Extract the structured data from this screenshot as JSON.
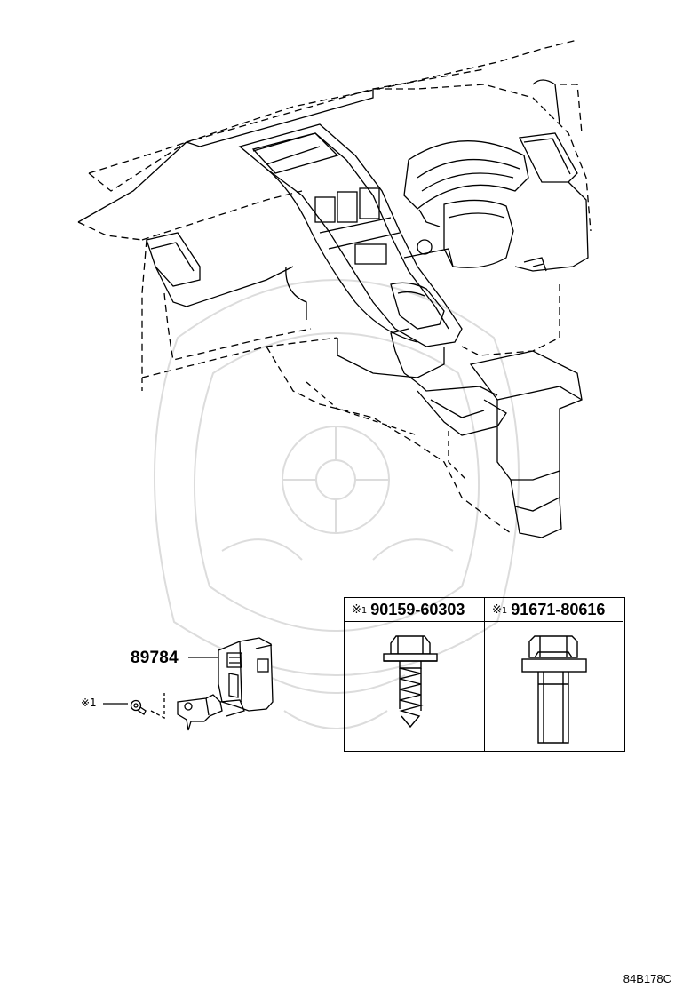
{
  "main_part": {
    "number": "89784"
  },
  "fastener_callout": {
    "mark": "※1"
  },
  "fastener_table": {
    "columns": [
      {
        "mark": "※",
        "mark_index": "1",
        "part_number": "90159-60303",
        "icon": "tapping-screw-icon"
      },
      {
        "mark": "※",
        "mark_index": "1",
        "part_number": "91671-80616",
        "icon": "hex-flange-bolt-icon"
      }
    ]
  },
  "illustration_code": "84B178C"
}
